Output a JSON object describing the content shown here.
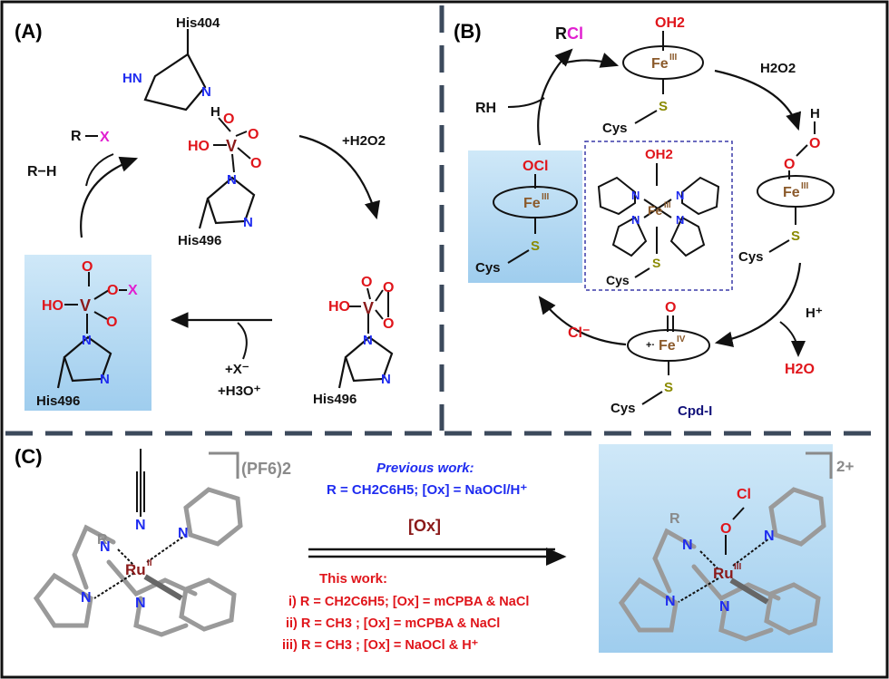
{
  "panels": {
    "a": {
      "label": "(A)"
    },
    "b": {
      "label": "(B)"
    },
    "c": {
      "label": "(C)"
    }
  },
  "panel_a": {
    "his404": "His404",
    "his496": "His496",
    "his496_b": "His496",
    "his496_c": "His496",
    "r_x": "R",
    "x": "X",
    "r_h": "R−H",
    "h2o2": "+H2O2",
    "x_minus": "+X⁻",
    "h3o_plus": "+H3O⁺",
    "hn": "HN",
    "n": "N",
    "h": "H",
    "o": "O",
    "ho": "HO",
    "v": "V",
    "ox": "O-X"
  },
  "panel_b": {
    "rcl_r": "R",
    "rcl_cl": "Cl",
    "rh": "RH",
    "oh2": "OH2",
    "fe": "Fe",
    "fe3": "III",
    "fe4": "IV",
    "h2o2": "H2O2",
    "h": "H",
    "o": "O",
    "ocl": "OCl",
    "cys": "Cys",
    "s": "S",
    "h_plus": "H⁺",
    "h2o": "H2O",
    "cl_minus": "Cl⁻",
    "cpd": "Cpd-I",
    "radical": "+·",
    "n": "N"
  },
  "panel_c": {
    "pf6": "(PF6)2",
    "charge": "2+",
    "prev_title": "Previous work:",
    "prev_line": "R = CH2C6H5; [Ox] = NaOCl/H⁺",
    "ox": "[Ox]",
    "this_title": "This work:",
    "line1": "i) R = CH2C6H5; [Ox] = mCPBA & NaCl",
    "line2": "ii) R = CH3 ; [Ox] = mCPBA & NaCl",
    "line3": "iii) R = CH3 ; [Ox] = NaOCl & H⁺",
    "r": "R",
    "n": "N",
    "ru": "Ru",
    "ru2": "II",
    "ru3": "III",
    "o": "O",
    "cl": "Cl"
  },
  "colors": {
    "red": "#e0151b",
    "blue": "#1f2cf0",
    "magenta": "#e11fd0",
    "iron": "#8b5a2b",
    "dashed_divider": "#3c4a5c",
    "highlight": "#bfe0f5"
  }
}
